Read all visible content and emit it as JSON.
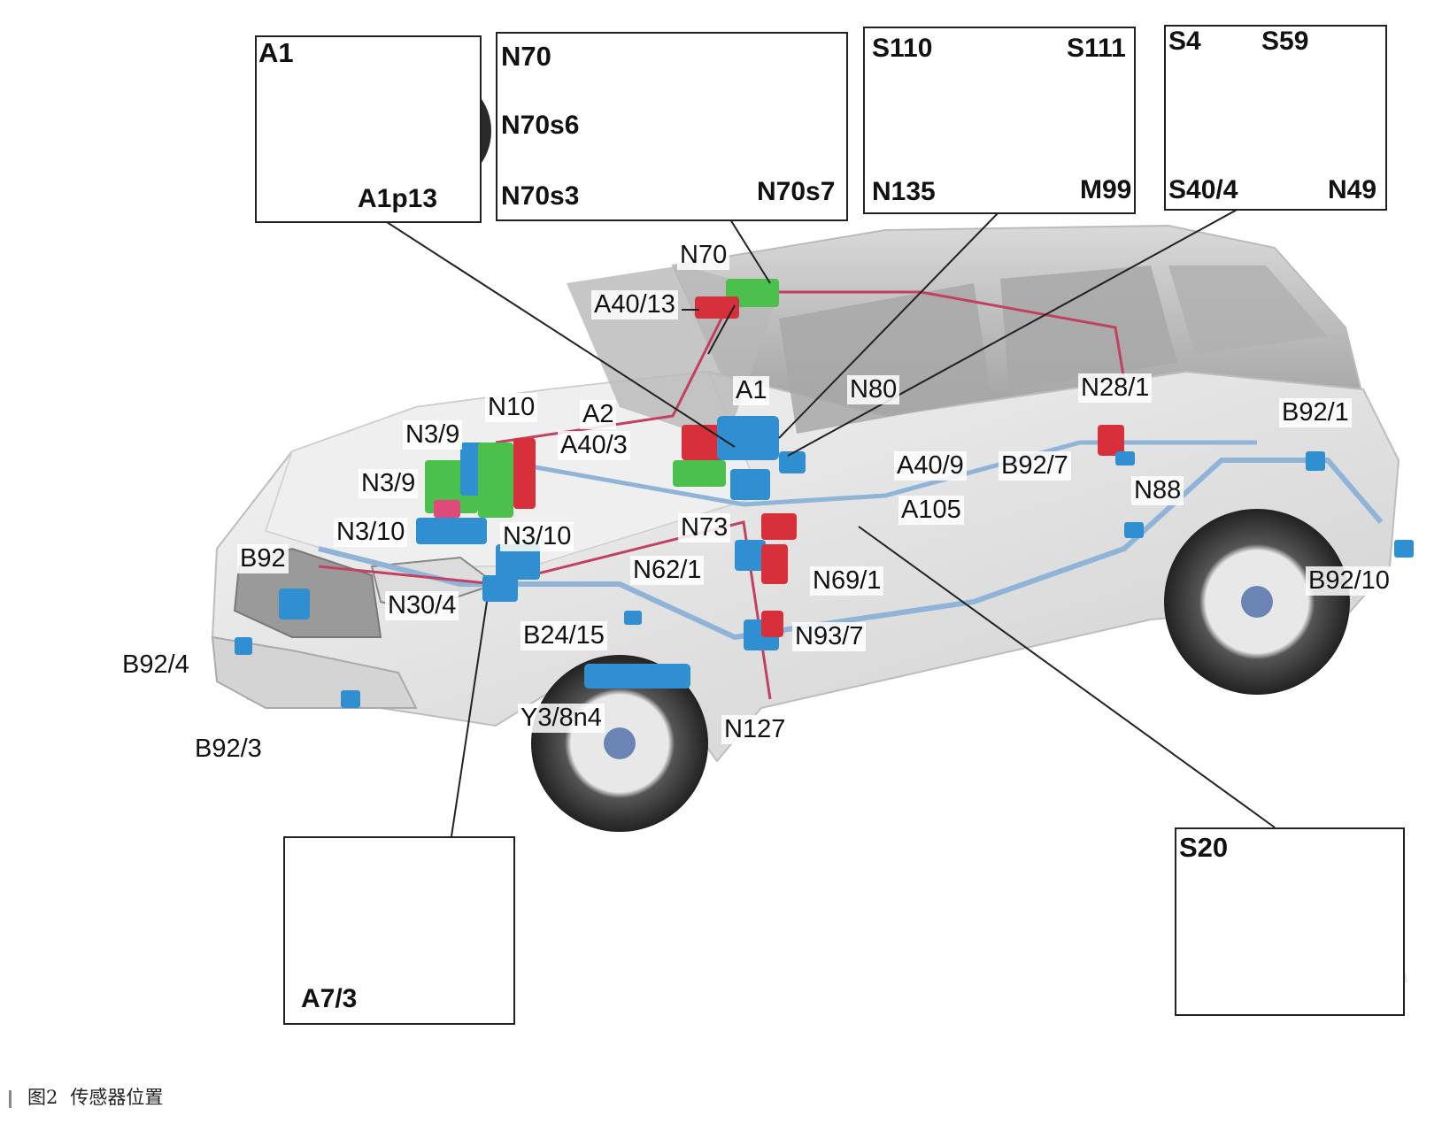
{
  "insets": [
    {
      "id": "A1",
      "title": "A1",
      "labels": [
        "A1p13"
      ]
    },
    {
      "id": "N70",
      "title": "N70",
      "labels": [
        "N70s6",
        "N70s3",
        "N70s7"
      ]
    },
    {
      "id": "steering",
      "title": "",
      "labels": [
        "S110",
        "S111",
        "N135",
        "M99"
      ]
    },
    {
      "id": "column",
      "title": "",
      "labels": [
        "S4",
        "S59",
        "S40/4",
        "N49"
      ]
    },
    {
      "id": "A7_3",
      "title": "",
      "labels": [
        "A7/3"
      ]
    },
    {
      "id": "S20",
      "title": "S20",
      "labels": []
    }
  ],
  "car_labels": [
    "N70",
    "A40/13",
    "N10",
    "N3/9",
    "N3/9",
    "N3/10",
    "N3/10",
    "A2",
    "A40/3",
    "A1",
    "N80",
    "N28/1",
    "B92/1",
    "A40/9",
    "B92/7",
    "N88",
    "A105",
    "N73",
    "B92",
    "N62/1",
    "N69/1",
    "N30/4",
    "B24/15",
    "N93/7",
    "B92/10",
    "B92/4",
    "Y3/8n4",
    "N127",
    "B92/3"
  ],
  "caption": {
    "figure": "图2",
    "text": "传感器位置"
  },
  "colors": {
    "module_blue": "#2f8fd0",
    "module_green": "#4cc04c",
    "module_red": "#d8303a",
    "module_pink": "#e04a7a",
    "wiring_blue": "#8fb4d8",
    "wiring_red": "#c24060"
  }
}
